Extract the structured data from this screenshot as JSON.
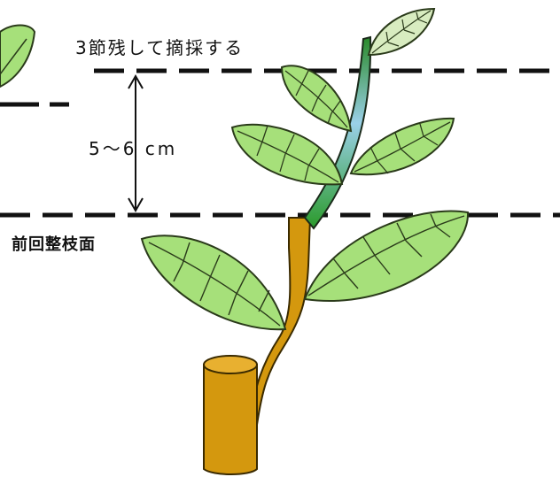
{
  "labels": {
    "top": "3節残して摘採する",
    "middle": "5～6 cm",
    "bottom": "前回整枝面"
  },
  "colors": {
    "leaf_fill": "#a6e07a",
    "leaf_stroke": "#2a3a1a",
    "young_leaf_fill": "#d8ecc0",
    "stem_fill": "#d4980e",
    "stem_stroke": "#3a2a00",
    "cut_top": "#e8b030",
    "new_shoot_start": "#2a9a2a",
    "new_shoot_end": "#a8d8f0",
    "line": "#111111"
  },
  "icons": {
    "measure_arrow": "double-arrow-vertical"
  }
}
